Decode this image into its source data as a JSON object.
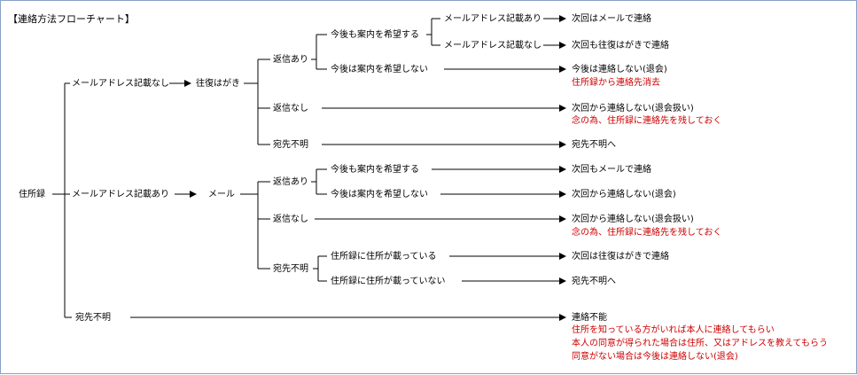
{
  "title": "【連絡方法フローチャート】",
  "colors": {
    "line": "#000000",
    "note": "#cc0000",
    "border": "#8aa0c8"
  },
  "root": "住所録",
  "branches": {
    "no_email": "メールアドレス記載なし",
    "postcard": "往復はがき",
    "has_email": "メールアドレス記載あり",
    "email": "メール",
    "unknown": "宛先不明"
  },
  "postcard_flow": {
    "replied": "返信あり",
    "wish_continue": "今後も案内を希望する",
    "email_present": "メールアドレス記載あり",
    "email_absent": "メールアドレス記載なし",
    "wish_stop": "今後は案内を希望しない",
    "no_reply": "返信なし",
    "unknown": "宛先不明"
  },
  "email_flow": {
    "replied": "返信あり",
    "wish_continue": "今後も案内を希望する",
    "wish_stop": "今後は案内を希望しない",
    "no_reply": "返信なし",
    "unknown": "宛先不明",
    "addr_listed": "住所録に住所が載っている",
    "addr_not_listed": "住所録に住所が載っていない"
  },
  "outcomes": {
    "next_by_email": "次回はメールで連絡",
    "next_by_postcard": "次回も往復はがきで連絡",
    "no_contact_pc": "今後は連絡しない(退会)",
    "no_contact_pc_note": "住所録から連絡先消去",
    "no_reply_pc": "次回から連絡しない(退会扱い)",
    "no_reply_pc_note": "念の為、住所録に連絡先を残しておく",
    "unknown_pc": "宛先不明へ",
    "next_email_again": "次回もメールで連絡",
    "no_contact_em": "次回から連絡しない(退会)",
    "no_reply_em": "次回から連絡しない(退会扱い)",
    "no_reply_em_note": "念の為、住所録に連絡先を残しておく",
    "postcard_next": "次回は往復はがきで連絡",
    "unknown_em": "宛先不明へ",
    "unreachable": "連絡不能",
    "unreachable_note1": "住所を知っている方がいれば本人に連絡してもらい",
    "unreachable_note2": "本人の同意が得られた場合は住所、又はアドレスを教えてもらう",
    "unreachable_note3": "同意がない場合は今後は連絡しない(退会)"
  }
}
